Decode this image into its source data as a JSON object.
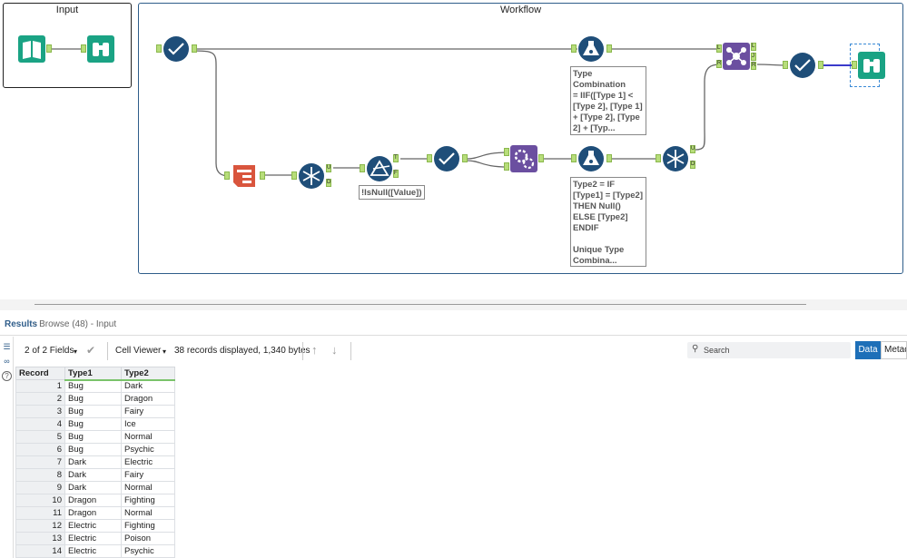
{
  "containers": {
    "input_title": "Input",
    "workflow_title": "Workflow"
  },
  "annotations": {
    "type_combination": "Type Combination\n= IIF([Type 1] <\n[Type 2], [Type 1]\n+ [Type 2], [Type\n2] + [Typ...",
    "filter": "!IsNull([Value])",
    "type2": "Type2 = IF\n[Type1] = [Type2]\nTHEN Null()\nELSE [Type2]\nENDIF\n\nUnique Type\nCombina..."
  },
  "anchors": {
    "t": "T",
    "f": "F",
    "u": "U",
    "d": "D",
    "l": "L",
    "j": "J",
    "r": "R"
  },
  "icons": {
    "input_book": "book-icon",
    "browse": "binoculars-icon",
    "select": "checkmark-icon",
    "formula": "flask-icon",
    "join": "join-icon",
    "transpose": "transpose-icon",
    "unique": "snowflake-icon",
    "filter": "filter-icon",
    "macro": "gears-icon"
  },
  "results": {
    "title": "Results",
    "subtitle": "- Browse (48) - Input"
  },
  "toolbar": {
    "fields": "2 of 2 Fields",
    "cell_viewer": "Cell Viewer",
    "records_info": "38 records displayed, 1,340 bytes",
    "search_placeholder": "Search",
    "data_tab": "Data",
    "metadata_tab": "Metad"
  },
  "table": {
    "headers": [
      "Record",
      "Type1",
      "Type2"
    ],
    "rows": [
      [
        "1",
        "Bug",
        "Dark"
      ],
      [
        "2",
        "Bug",
        "Dragon"
      ],
      [
        "3",
        "Bug",
        "Fairy"
      ],
      [
        "4",
        "Bug",
        "Ice"
      ],
      [
        "5",
        "Bug",
        "Normal"
      ],
      [
        "6",
        "Bug",
        "Psychic"
      ],
      [
        "7",
        "Dark",
        "Electric"
      ],
      [
        "8",
        "Dark",
        "Fairy"
      ],
      [
        "9",
        "Dark",
        "Normal"
      ],
      [
        "10",
        "Dragon",
        "Fighting"
      ],
      [
        "11",
        "Dragon",
        "Normal"
      ],
      [
        "12",
        "Electric",
        "Fighting"
      ],
      [
        "13",
        "Electric",
        "Poison"
      ],
      [
        "14",
        "Electric",
        "Psychic"
      ]
    ]
  },
  "colors": {
    "teal": "#1aa384",
    "navy": "#1f4e79",
    "red": "#d9553d",
    "purple": "#6b4fa0",
    "anchor": "#b7dd7a",
    "accent": "#1d6fb8"
  }
}
